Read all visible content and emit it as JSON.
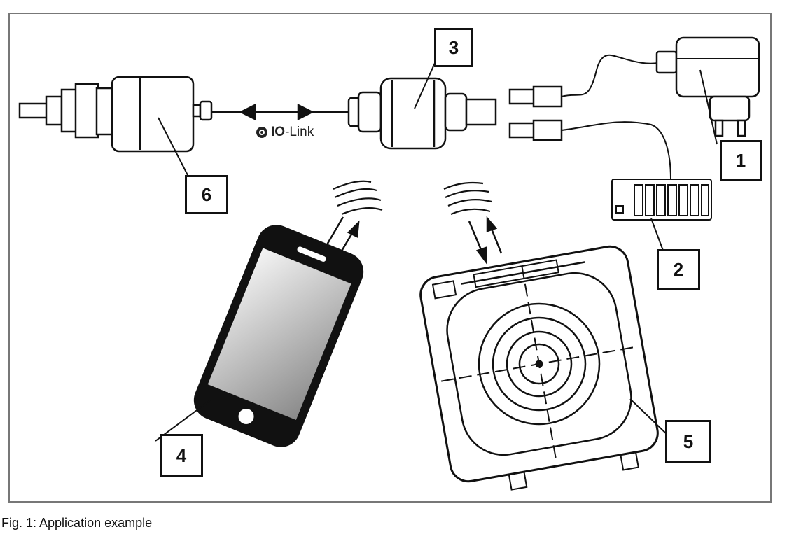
{
  "callouts": {
    "c1": "1",
    "c2": "2",
    "c3": "3",
    "c4": "4",
    "c5": "5",
    "c6": "6"
  },
  "iolink": {
    "io": "IO",
    "rest": "-Link"
  },
  "caption": "Fig. 1: Application example",
  "colors": {
    "line": "#111111",
    "screen_light": "#f2f2f2",
    "screen_dark": "#8a8a8a",
    "frame": "#777777"
  },
  "icons": [
    "power-adapter-icon",
    "io-link-logo-icon",
    "sensor-icon",
    "adapter-icon",
    "smartphone-icon",
    "reader-pad-icon",
    "terminal-block-icon",
    "radio-wave-icon"
  ]
}
